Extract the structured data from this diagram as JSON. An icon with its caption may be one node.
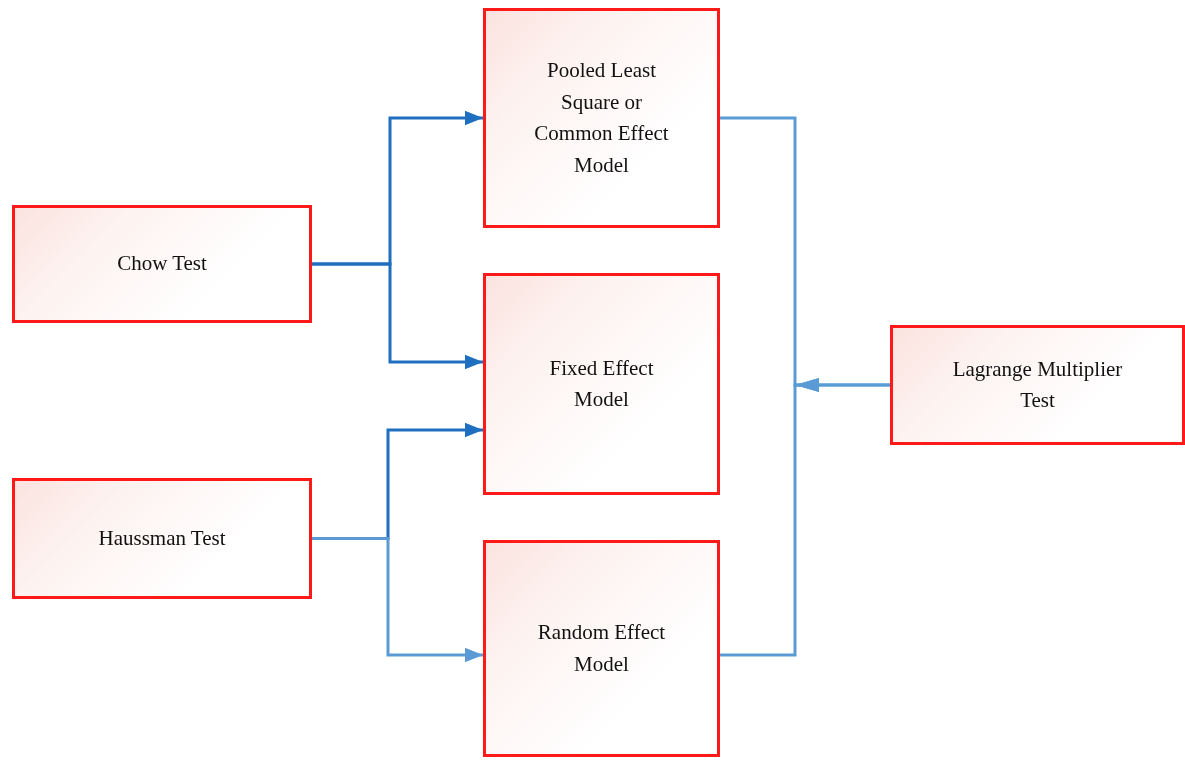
{
  "diagram": {
    "nodes": [
      {
        "text": [
          "Chow Test"
        ]
      },
      {
        "text": [
          "Pooled Least Square or Common Effect Model"
        ]
      },
      {
        "text": [
          "Fixed Effect Model"
        ]
      },
      {
        "text": [
          "Haussman Test"
        ]
      },
      {
        "text": [
          "Random Effect Model"
        ]
      },
      {
        "text": [
          "Lagrange Multiplier Test"
        ]
      }
    ],
    "edges": [
      {
        "from": 0,
        "to": 1,
        "arrow": "to"
      },
      {
        "from": 0,
        "to": 2,
        "arrow": "to"
      },
      {
        "from": 3,
        "to": 2,
        "arrow": "to"
      },
      {
        "from": 3,
        "to": 4,
        "arrow": "to",
        "color": "#5b9bd5"
      },
      {
        "from": 5,
        "to": 1,
        "arrow": "to",
        "color": "#5b9bd5"
      },
      {
        "from": 5,
        "to": 4,
        "arrow": "to",
        "color": "#5b9bd5"
      }
    ]
  }
}
